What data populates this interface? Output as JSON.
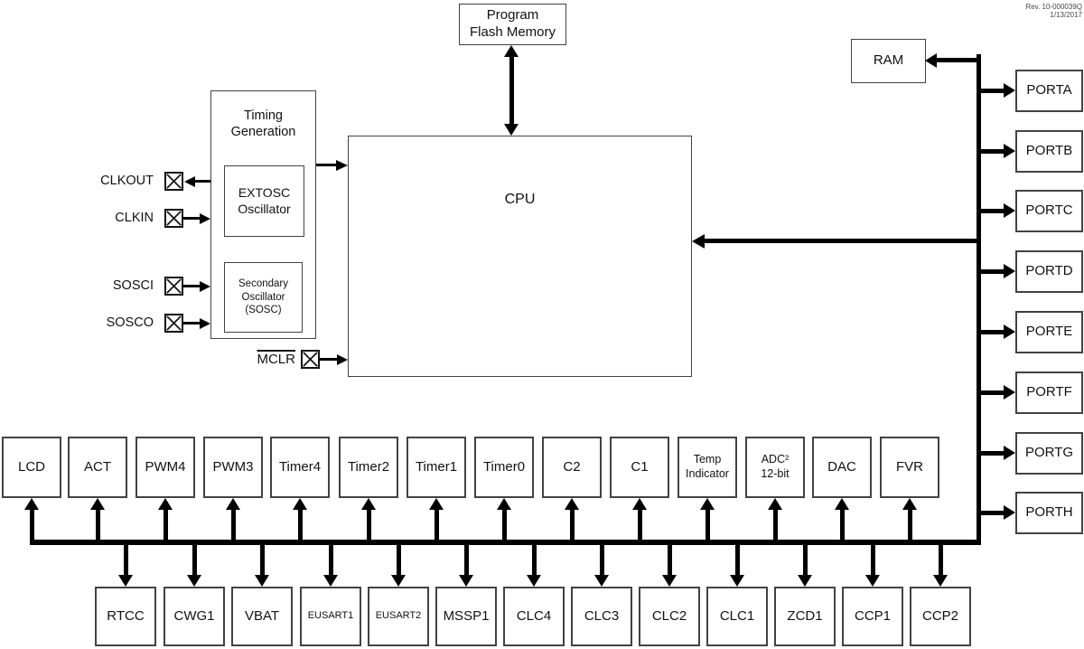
{
  "meta": {
    "revision": "Rev. 10-000039Q\n1/13/2017"
  },
  "colors": {
    "line": "#000000",
    "box_border": "#424242",
    "background": "#ffffff",
    "text": "#111111"
  },
  "blocks": {
    "program_flash_memory": "Program\nFlash Memory",
    "ram": "RAM",
    "cpu": "CPU",
    "timing_generation": "Timing\nGeneration",
    "extosc": "EXTOSC\nOscillator",
    "sosc": "Secondary\nOscillator\n(SOSC)"
  },
  "pins": [
    {
      "label": "CLKOUT",
      "direction": "output"
    },
    {
      "label": "CLKIN",
      "direction": "input"
    },
    {
      "label": "SOSCI",
      "direction": "input"
    },
    {
      "label": "SOSCO",
      "direction": "input"
    },
    {
      "label": "MCLR",
      "direction": "input",
      "overline": true
    }
  ],
  "ports": [
    "PORTA",
    "PORTB",
    "PORTC",
    "PORTD",
    "PORTE",
    "PORTF",
    "PORTG",
    "PORTH"
  ],
  "middle_row": [
    "LCD",
    "ACT",
    "PWM4",
    "PWM3",
    "Timer4",
    "Timer2",
    "Timer1",
    "Timer0",
    "C2",
    "C1",
    "Temp\nIndicator",
    "ADC²\n12-bit",
    "DAC",
    "FVR"
  ],
  "bottom_row": [
    "RTCC",
    "CWG1",
    "VBAT",
    "EUSART1",
    "EUSART2",
    "MSSP1",
    "CLC4",
    "CLC3",
    "CLC2",
    "CLC1",
    "ZCD1",
    "CCP1",
    "CCP2"
  ]
}
